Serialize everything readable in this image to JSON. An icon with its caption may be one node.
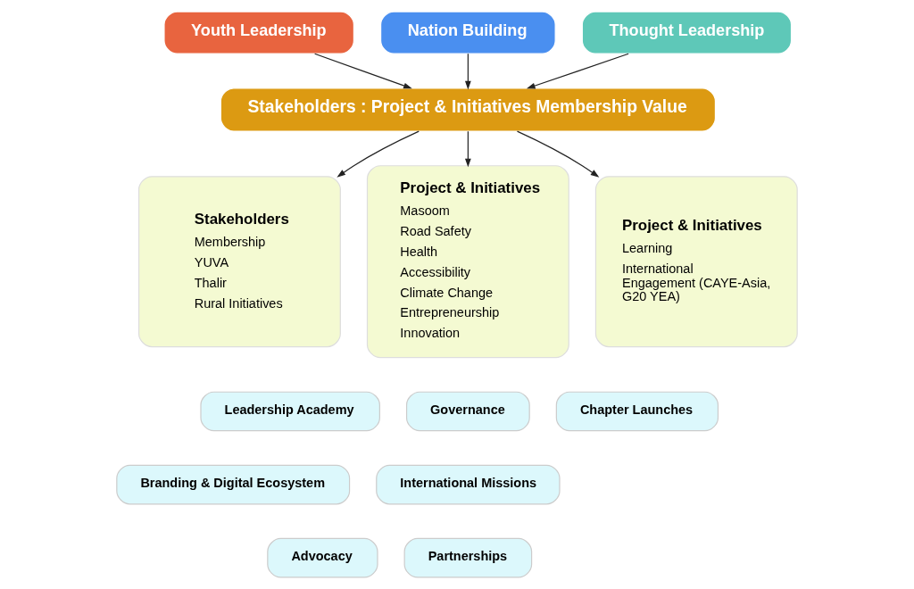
{
  "diagram": {
    "nodes": [
      {
        "text": [
          "Youth Leadership"
        ]
      },
      {
        "text": [
          "Nation Building"
        ]
      },
      {
        "text": [
          "Thought Leadership"
        ]
      },
      {
        "text": [
          "Stakeholders : Project & Initiatives Membership Value"
        ]
      },
      {
        "text": [
          "Stakeholders",
          "Membership",
          "YUVA",
          "Thalir",
          "Rural Initiatives"
        ]
      },
      {
        "text": [
          "Project & Initiatives",
          "Masoom",
          "Road Safety",
          "Health",
          "Accessibility",
          "Climate Change",
          "Entrepreneurship",
          "Innovation"
        ]
      },
      {
        "text": [
          "Project & Initiatives",
          "Learning",
          "International Engagement (CAYE-Asia, G20 YEA)"
        ]
      },
      {
        "text": [
          "Leadership Academy"
        ]
      },
      {
        "text": [
          "Governance"
        ]
      },
      {
        "text": [
          "Chapter Launches"
        ]
      },
      {
        "text": [
          "Branding & Digital Ecosystem"
        ]
      },
      {
        "text": [
          "International Missions"
        ]
      },
      {
        "text": [
          "Advocacy"
        ]
      },
      {
        "text": [
          "Partnerships"
        ]
      }
    ],
    "edges": [
      {
        "from": 0,
        "to": 3,
        "arrow": "to"
      },
      {
        "from": 1,
        "to": 3,
        "arrow": "to"
      },
      {
        "from": 2,
        "to": 3,
        "arrow": "to"
      },
      {
        "from": 3,
        "to": 4,
        "arrow": "to"
      },
      {
        "from": 3,
        "to": 5,
        "arrow": "to"
      },
      {
        "from": 3,
        "to": 6,
        "arrow": "to"
      }
    ]
  }
}
